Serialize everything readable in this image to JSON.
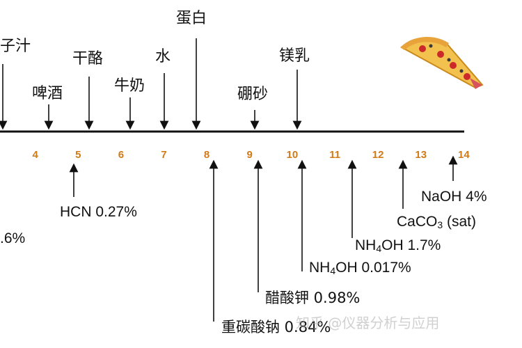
{
  "axis": {
    "ticks": [
      "4",
      "5",
      "6",
      "7",
      "8",
      "9",
      "10",
      "11",
      "12",
      "13",
      "14"
    ],
    "tick_color": "#d07a18"
  },
  "acidic_labels": {
    "juice": "子汁",
    "beer": "啤酒",
    "cheese": "干酪",
    "milk": "牛奶",
    "water": "水",
    "egg_white": "蛋白",
    "borax": "硼砂",
    "milk_of_magnesia": "镁乳"
  },
  "basic_labels": {
    "hcn": "HCN 0.27%",
    "left_partial": ".6%",
    "naoh": "NaOH 4%",
    "caco3_base": "CaCO",
    "caco3_sub": "3",
    "caco3_suffix": " (sat)",
    "nh4oh_high_prefix": "NH",
    "nh4oh_high_sub": "4",
    "nh4oh_high_suffix": "OH 1.7%",
    "nh4oh_low_prefix": "NH",
    "nh4oh_low_sub": "4",
    "nh4oh_low_suffix": "OH 0.017%",
    "potassium_acetate": "醋酸钾 0.98%",
    "sodium_bicarbonate": "重碳酸钠 0.84%"
  },
  "watermark": "知乎 @仪器分析与应用",
  "icons": {
    "pizza": "pizza-slice-icon"
  }
}
